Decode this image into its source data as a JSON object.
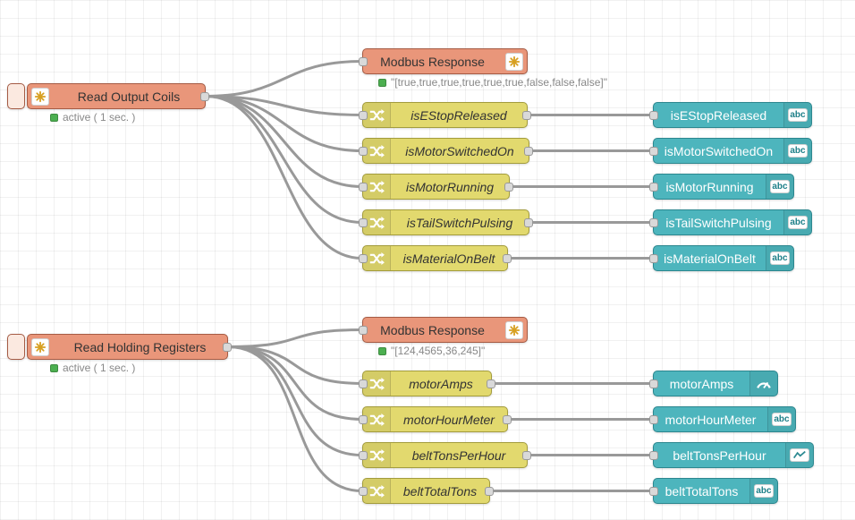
{
  "icons": {
    "abc_label": "abc"
  },
  "colors": {
    "modbus_node": "#e9967a",
    "change_node": "#e2d96e",
    "dashboard_node": "#4db5bd",
    "wire": "#999999",
    "status_green": "#4caf50"
  },
  "flow1": {
    "reader": {
      "label": "Read Output Coils",
      "status": "active ( 1 sec. )"
    },
    "response": {
      "label": "Modbus Response",
      "status": "\"[true,true,true,true,true,true,false,false,false]\""
    },
    "changes": [
      {
        "label": "isEStopReleased"
      },
      {
        "label": "isMotorSwitchedOn"
      },
      {
        "label": "isMotorRunning"
      },
      {
        "label": "isTailSwitchPulsing"
      },
      {
        "label": "isMaterialOnBelt"
      }
    ],
    "outputs": [
      {
        "label": "isEStopReleased",
        "icon": "abc-icon"
      },
      {
        "label": "isMotorSwitchedOn",
        "icon": "abc-icon"
      },
      {
        "label": "isMotorRunning",
        "icon": "abc-icon"
      },
      {
        "label": "isTailSwitchPulsing",
        "icon": "abc-icon"
      },
      {
        "label": "isMaterialOnBelt",
        "icon": "abc-icon"
      }
    ]
  },
  "flow2": {
    "reader": {
      "label": "Read Holding Registers",
      "status": "active ( 1 sec. )"
    },
    "response": {
      "label": "Modbus Response",
      "status": "\"[124,4565,36,245]\""
    },
    "changes": [
      {
        "label": "motorAmps"
      },
      {
        "label": "motorHourMeter"
      },
      {
        "label": "beltTonsPerHour"
      },
      {
        "label": "beltTotalTons"
      }
    ],
    "outputs": [
      {
        "label": "motorAmps",
        "icon": "gauge-icon"
      },
      {
        "label": "motorHourMeter",
        "icon": "abc-icon"
      },
      {
        "label": "beltTonsPerHour",
        "icon": "chart-icon"
      },
      {
        "label": "beltTotalTons",
        "icon": "abc-icon"
      }
    ]
  }
}
